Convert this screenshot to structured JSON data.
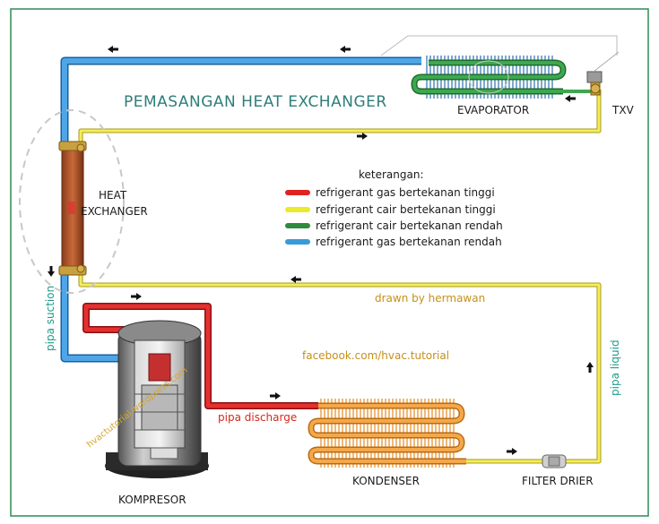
{
  "title": "PEMASANGAN  HEAT EXCHANGER",
  "components": {
    "evaporator": "EVAPORATOR",
    "txv": "TXV",
    "heat_exchanger_line1": "HEAT",
    "heat_exchanger_line2": "EXCHANGER",
    "compressor": "KOMPRESOR",
    "condenser": "KONDENSER",
    "filter_drier": "FILTER DRIER"
  },
  "pipes": {
    "suction": "pipa suction",
    "discharge": "pipa discharge",
    "liquid": "pipa liquid"
  },
  "legend": {
    "title": "keterangan:",
    "items": [
      {
        "color": "#e02222",
        "label": "refrigerant gas bertekanan tinggi"
      },
      {
        "color": "#eaea2e",
        "label": "refrigerant cair bertekanan tinggi"
      },
      {
        "color": "#2e8b3d",
        "label": "refrigerant cair bertekanan rendah"
      },
      {
        "color": "#3a9ad9",
        "label": "refrigerant gas bertekanan rendah"
      }
    ]
  },
  "credits": {
    "drawn_by": "drawn by hermawan",
    "facebook": "facebook.com/hvac.tutorial",
    "watermark": "hvactutorial.wordpress.com"
  },
  "colors": {
    "frame": "#2e8b57",
    "high_gas": "#e02222",
    "high_liquid": "#eaea2e",
    "low_liquid": "#2e8b3d",
    "low_gas": "#3a9ad9",
    "coil_orange": "#f0a040"
  }
}
